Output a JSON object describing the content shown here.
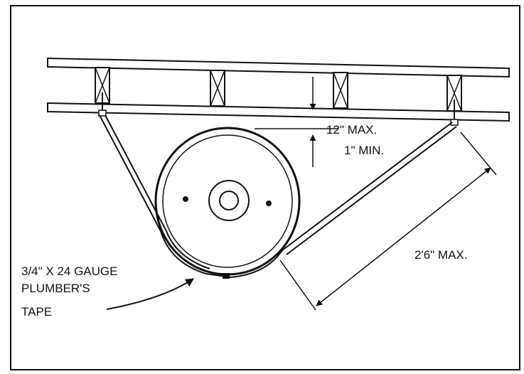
{
  "labels": {
    "clearance_max": "12\" MAX.",
    "clearance_min": "1\" MIN.",
    "strap_max": "2'6\" MAX.",
    "tape_line1": "3/4\" X 24 GAUGE",
    "tape_line2": "PLUMBER'S",
    "tape_line3": "TAPE"
  },
  "colors": {
    "line": "#111111",
    "background": "#ffffff"
  }
}
